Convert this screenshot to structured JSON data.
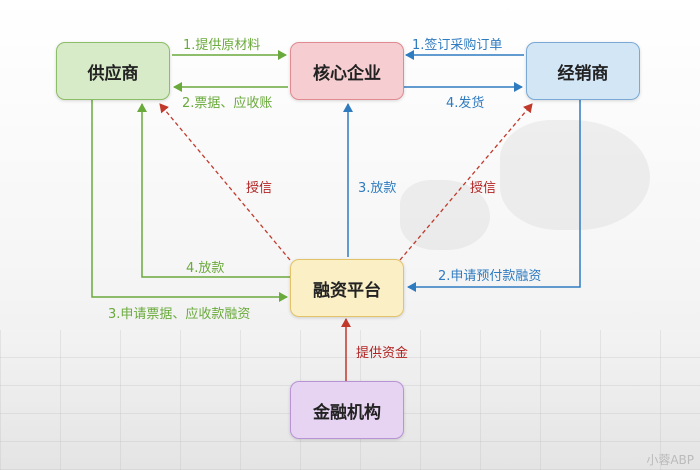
{
  "nodes": {
    "supplier": "供应商",
    "core": "核心企业",
    "distributor": "经销商",
    "platform": "融资平台",
    "finance": "金融机构"
  },
  "labels": {
    "provide_materials": "1.提供原材料",
    "sign_order": "1.签订采购订单",
    "bills_receivables": "2.票据、应收账",
    "ship": "4.发货",
    "credit_left": "授信",
    "lend_center": "3.放款",
    "credit_right": "授信",
    "lend_left": "4.放款",
    "apply_prepay": "2.申请预付款融资",
    "apply_bills": "3.申请票据、应收款融资",
    "provide_funds": "提供资金"
  },
  "watermark": "小蓉ABP"
}
